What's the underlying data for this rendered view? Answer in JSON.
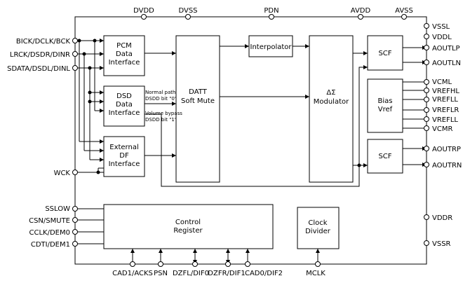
{
  "top_pins": [
    "DVDD",
    "DVSS",
    "PDN",
    "AVDD",
    "AVSS"
  ],
  "left_pins": [
    "BICK/DCLK/BCK",
    "LRCK/DSDR/DINR",
    "SDATA/DSDL/DINL",
    "WCK",
    "SSLOW",
    "CSN/SMUTE",
    "CCLK/DEM0",
    "CDTI/DEM1"
  ],
  "right_pins": [
    "VSSL",
    "VDDL",
    "AOUTLP",
    "AOUTLN",
    "VCML",
    "VREFHL",
    "VREFLL",
    "VREFLR",
    "VREFLL",
    "VCMR",
    "AOUTRP",
    "AOUTRN",
    "VDDR",
    "VSSR"
  ],
  "bottom_pins": [
    "CAD1/ACKS",
    "PSN",
    "DZFL/DIF0",
    "DZFR/DIF1",
    "CAD0/DIF2",
    "MCLK"
  ],
  "blocks": {
    "pcm": [
      "PCM",
      "Data",
      "Interface"
    ],
    "dsd": [
      "DSD",
      "Data",
      "Interface"
    ],
    "extdf": [
      "External",
      "DF",
      "Interface"
    ],
    "datt": [
      "DATT",
      "Soft Mute"
    ],
    "interp": "Interpolator",
    "modulator": [
      "ΔΣ",
      "Modulator"
    ],
    "scf_l": "SCF",
    "scf_r": "SCF",
    "bias": [
      "Bias",
      "Vref"
    ],
    "control": [
      "Control",
      "Register"
    ],
    "clock": [
      "Clock",
      "Divider"
    ]
  },
  "annotations": {
    "normal_path": [
      "Normal path",
      "DSDD bit \"0\""
    ],
    "volume_bypass": [
      "Volume bypass",
      "DSDD bit \"1\""
    ]
  }
}
